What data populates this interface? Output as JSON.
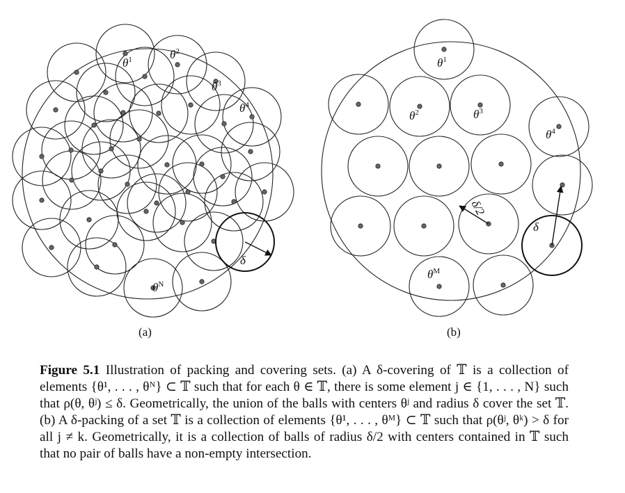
{
  "panel_a": {
    "label": "(a)",
    "points": [
      {
        "name": "theta-1-label",
        "base": "θ",
        "sup": "1"
      },
      {
        "name": "theta-2-label",
        "base": "θ",
        "sup": "2"
      },
      {
        "name": "theta-3-label",
        "base": "θ",
        "sup": "3"
      },
      {
        "name": "theta-4-label",
        "base": "θ",
        "sup": "4"
      },
      {
        "name": "theta-N-label",
        "base": "θ",
        "sup": "N"
      }
    ],
    "radius_label": "δ"
  },
  "panel_b": {
    "label": "(b)",
    "points": [
      {
        "name": "theta-1-label",
        "base": "θ",
        "sup": "1"
      },
      {
        "name": "theta-2-label",
        "base": "θ",
        "sup": "2"
      },
      {
        "name": "theta-3-label",
        "base": "θ",
        "sup": "3"
      },
      {
        "name": "theta-4-label",
        "base": "θ",
        "sup": "4"
      },
      {
        "name": "theta-M-label",
        "base": "θ",
        "sup": "M"
      }
    ],
    "half_radius_label": "δ/2",
    "radius_label": "δ"
  },
  "caption": {
    "label": "Figure 5.1",
    "text": "Illustration of packing and covering sets. (a) A δ-covering of 𝕋 is a collection of elements {θ¹, . . . , θᴺ} ⊂ 𝕋 such that for each θ ∈ 𝕋, there is some element j ∈ {1, . . . , N} such that ρ(θ, θʲ) ≤ δ. Geometrically, the union of the balls with centers θʲ and radius δ cover the set 𝕋. (b) A δ-packing of a set 𝕋 is a collection of elements {θ¹, . . . , θᴹ} ⊂ 𝕋 such that ρ(θʲ, θᵏ) > δ for all j ≠ k. Geometrically, it is a collection of balls of radius δ/2 with centers contained in 𝕋 such that no pair of balls have a non-empty intersection."
  }
}
